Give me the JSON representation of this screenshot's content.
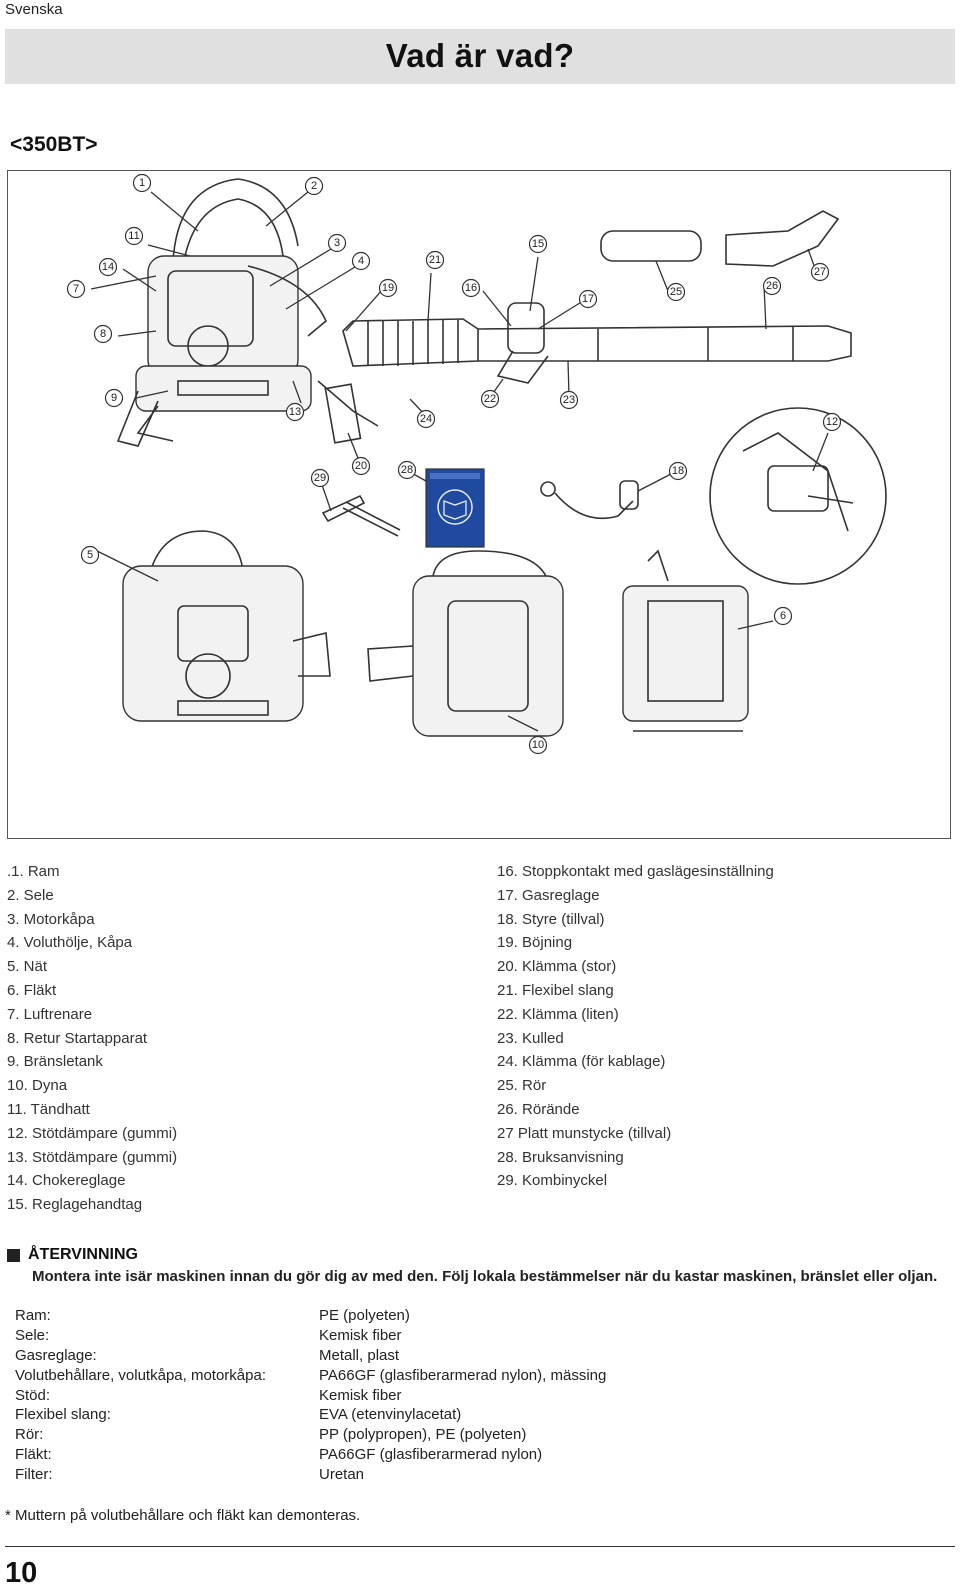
{
  "header": {
    "language": "Svenska",
    "title": "Vad är vad?",
    "model": "<350BT>"
  },
  "figure": {
    "callouts": [
      "1",
      "2",
      "3",
      "4",
      "5",
      "6",
      "7",
      "8",
      "9",
      "10",
      "11",
      "12",
      "13",
      "14",
      "15",
      "16",
      "17",
      "18",
      "19",
      "20",
      "21",
      "22",
      "23",
      "24",
      "25",
      "26",
      "27",
      "28",
      "29"
    ]
  },
  "parts_left": [
    ".1. Ram",
    "2. Sele",
    "3. Motorkåpa",
    "4. Voluthölje, Kåpa",
    "5. Nät",
    "6. Fläkt",
    "7. Luftrenare",
    "8. Retur Startapparat",
    "9. Bränsletank",
    "10. Dyna",
    "11. Tändhatt",
    "12. Stötdämpare (gummi)",
    "13. Stötdämpare (gummi)",
    "14. Chokereglage",
    "15. Reglagehandtag"
  ],
  "parts_right": [
    "16. Stoppkontakt med gaslägesinställning",
    "17. Gasreglage",
    "18. Styre (tillval)",
    "19. Böjning",
    "20. Klämma (stor)",
    "21. Flexibel slang",
    "22. Klämma (liten)",
    "23. Kulled",
    "24. Klämma (för kablage)",
    "25. Rör",
    "26. Rörände",
    "27 Platt munstycke (tillval)",
    "28. Bruksanvisning",
    "29. Kombinyckel"
  ],
  "recycling": {
    "heading": "ÅTERVINNING",
    "text": "Montera inte isär maskinen innan du gör dig av med den. Följ lokala bestämmelser när du kastar maskinen, bränslet eller oljan.",
    "labels": [
      "Ram:",
      "Sele:",
      "Gasreglage:",
      "Volutbehållare, volutkåpa, motorkåpa:",
      "Stöd:",
      "Flexibel slang:",
      "Rör:",
      "Fläkt:",
      "Filter:"
    ],
    "values": [
      "PE (polyeten)",
      "Kemisk fiber",
      "Metall, plast",
      "PA66GF (glasfiberarmerad nylon), mässing",
      "Kemisk fiber",
      "EVA (etenvinylacetat)",
      "PP (polypropen), PE (polyeten)",
      "PA66GF (glasfiberarmerad nylon)",
      "Uretan"
    ]
  },
  "footnote": "* Muttern på volutbehållare och fläkt kan demonteras.",
  "page_number": "10"
}
